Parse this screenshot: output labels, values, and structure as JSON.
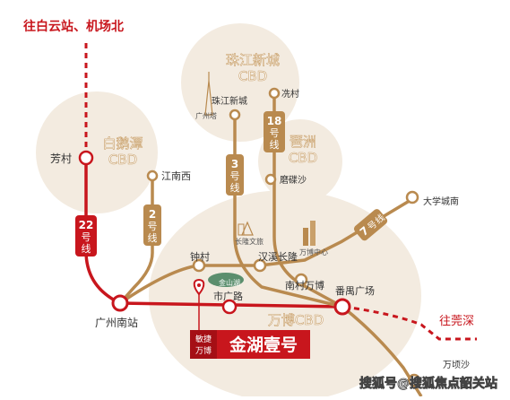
{
  "title_north": "往白云站、机场北",
  "title_east": "往莞深",
  "areas": {
    "pearl": {
      "line1": "珠江新城",
      "line2": "CBD"
    },
    "baie": {
      "line1": "白鹅潭",
      "line2": "CBD"
    },
    "pazhou": {
      "line1": "琶洲",
      "line2": "CBD"
    },
    "wanbo": {
      "label": "万博CBD"
    }
  },
  "stations": {
    "fangcun": "芳村",
    "guangzhou_south": "广州南站",
    "jiangnanxi": "江南西",
    "zhucun": "钟村",
    "hanxi": "汉溪长隆",
    "shiguanglu": "市广路",
    "nancun": "南村万博",
    "panyu": "番禺广场",
    "zhujiang_xincheng": "珠江新城",
    "xiancun": "冼村",
    "modiesha": "磨碟沙",
    "daxuecheng": "大学城南",
    "wanqingsha": "万顷沙"
  },
  "landmarks": {
    "canton_tower": "广州塔",
    "changlong": "长隆文旅",
    "wanbo_center": "万博中心",
    "jinshan_lake": "金山湖"
  },
  "lines": {
    "l22": {
      "number": "22",
      "unit": "号",
      "suffix": "线",
      "color": "#c8161d"
    },
    "l2": {
      "number": "2",
      "unit": "号",
      "suffix": "线",
      "color": "#b98a4f"
    },
    "l3": {
      "number": "3",
      "unit": "号",
      "suffix": "线",
      "color": "#b98a4f"
    },
    "l18": {
      "number": "18",
      "unit": "号",
      "suffix": "线",
      "color": "#b98a4f"
    },
    "l7": {
      "number": "7",
      "unit": "号",
      "suffix": "线",
      "color": "#b98a4f"
    }
  },
  "project": {
    "tag_line1": "敏捷",
    "tag_line2": "万博",
    "name": "金湖壹号"
  },
  "watermark": "搜狐号@搜狐焦点韶关站",
  "colors": {
    "red": "#c8161d",
    "gold": "#b98a4f",
    "bubble": "#f3ebe0"
  }
}
